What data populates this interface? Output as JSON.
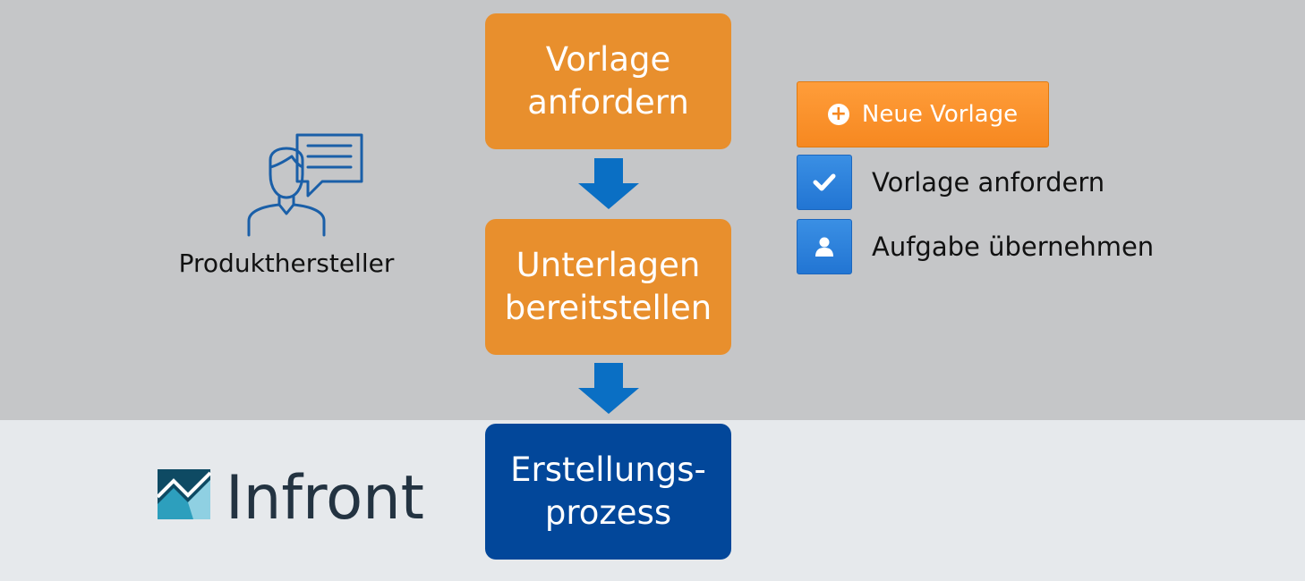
{
  "actor": {
    "label": "Produkthersteller",
    "icon": "person-speech-bubble-icon"
  },
  "steps": [
    {
      "lines": [
        "Vorlage",
        "anfordern"
      ],
      "color": "#e88f2d"
    },
    {
      "lines": [
        "Unterlagen",
        "bereitstellen"
      ],
      "color": "#e88f2d"
    },
    {
      "lines": [
        "Erstellungs-",
        "prozess"
      ],
      "color": "#02479a"
    }
  ],
  "arrow_color": "#0a6fc4",
  "new_template_button": {
    "label": "Neue Vorlage",
    "icon": "plus-circle-icon",
    "color": "#f68820"
  },
  "legend": [
    {
      "icon": "checkmark-icon",
      "label": "Vorlage anfordern"
    },
    {
      "icon": "user-icon",
      "label": "Aufgabe übernehmen"
    }
  ],
  "logo": {
    "text": "Infront"
  }
}
